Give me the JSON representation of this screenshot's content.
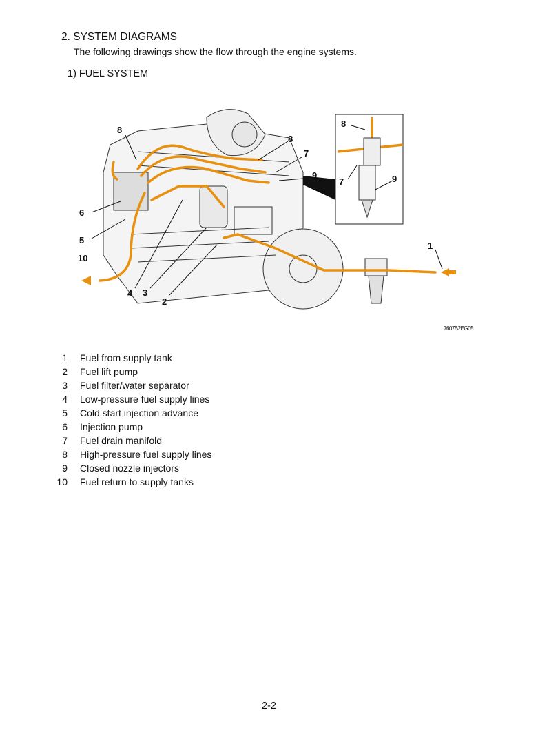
{
  "section_title": "2. SYSTEM DIAGRAMS",
  "intro": "The following drawings show the flow through the engine systems.",
  "subsection_title": "1) FUEL SYSTEM",
  "figure": {
    "code": "7607B2EG05",
    "callouts": [
      "8",
      "8",
      "7",
      "9",
      "6",
      "5",
      "10",
      "4",
      "3",
      "2",
      "1"
    ],
    "inset_callouts": [
      "8",
      "7",
      "9"
    ],
    "fuel_line_color": "#e8900f"
  },
  "legend": [
    {
      "num": "1",
      "text": "Fuel from supply tank"
    },
    {
      "num": "2",
      "text": "Fuel lift pump"
    },
    {
      "num": "3",
      "text": "Fuel filter/water separator"
    },
    {
      "num": "4",
      "text": "Low-pressure fuel supply lines"
    },
    {
      "num": "5",
      "text": "Cold start injection advance"
    },
    {
      "num": "6",
      "text": "Injection pump"
    },
    {
      "num": "7",
      "text": "Fuel drain manifold"
    },
    {
      "num": "8",
      "text": "High-pressure fuel supply lines"
    },
    {
      "num": "9",
      "text": "Closed nozzle injectors"
    },
    {
      "num": "10",
      "text": "Fuel return to supply tanks"
    }
  ],
  "page_number": "2-2"
}
